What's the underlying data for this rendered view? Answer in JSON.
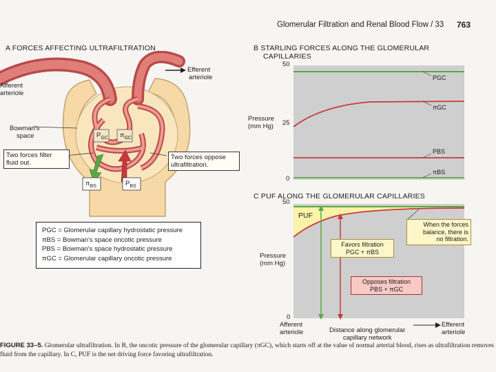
{
  "header": {
    "title": "Glomerular Filtration and Renal Blood Flow / 33",
    "page": "763"
  },
  "panel_a": {
    "title": "A  FORCES AFFECTING ULTRAFILTRATION",
    "afferent": [
      "Afferent",
      "arteriole"
    ],
    "efferent": [
      "Efferent",
      "arteriole"
    ],
    "bowman": [
      "Bowman's",
      "space"
    ],
    "filter_box": [
      "Two forces filter",
      "fluid out."
    ],
    "oppose_box": [
      "Two forces oppose",
      "ultrafiltration."
    ],
    "p_gc": "P",
    "p_gc_sub": "GC",
    "pi_gc": "π",
    "pi_gc_sub": "GC",
    "pi_bs": "π",
    "pi_bs_sub": "BS",
    "p_bs": "P",
    "p_bs_sub": "BS",
    "legend": [
      "PGC = Glomerular capillary hydrostatic pressure",
      "πBS = Bowman's space oncotic pressure",
      "PBS = Bowman's space hydrostatic pressure",
      "πGC = Glomerular capillary oncotic pressure"
    ]
  },
  "panel_b": {
    "title": [
      "B  STARLING FORCES ALONG THE GLOMERULAR",
      "CAPILLARIES"
    ],
    "ylabel": [
      "Pressure",
      "(mm Hg)"
    ],
    "ticks": [
      "50",
      "25",
      "0"
    ],
    "labels": {
      "pgc": "PGC",
      "pigc": "πGC",
      "pbs": "PBS",
      "pibs": "πBS"
    }
  },
  "panel_c": {
    "title": "C  PUF ALONG THE GLOMERULAR CAPILLARIES",
    "ylabel": [
      "Pressure",
      "(mm Hg)"
    ],
    "ticks": [
      "50",
      "0"
    ],
    "puf": "PUF",
    "balance": [
      "When the forces",
      "balance, there is",
      "no filtration."
    ],
    "favors": [
      "Favors filtration",
      "PGC + πBS"
    ],
    "opposes": [
      "Opposes filtration",
      "PBS + πGC"
    ],
    "x_left": [
      "Afferent",
      "arteriole"
    ],
    "x_mid": [
      "Distance along glomerular",
      "capillary network"
    ],
    "x_right": [
      "Efferent",
      "arteriole"
    ]
  },
  "caption": {
    "label": "FIGURE 33–5.",
    "text": "Glomerular ultrafiltration. In B, the oncotic pressure of the glomerular capillary (πGC), which starts off at the value of normal arterial blood, rises as ultrafiltration removes fluid from the capillary. In C, PUF is the net driving force favoring ultrafiltration."
  },
  "colors": {
    "green": "#5aa845",
    "red": "#c8393d",
    "grey_plot": "#cfcfcf",
    "bowman": "#f6d9a6"
  }
}
